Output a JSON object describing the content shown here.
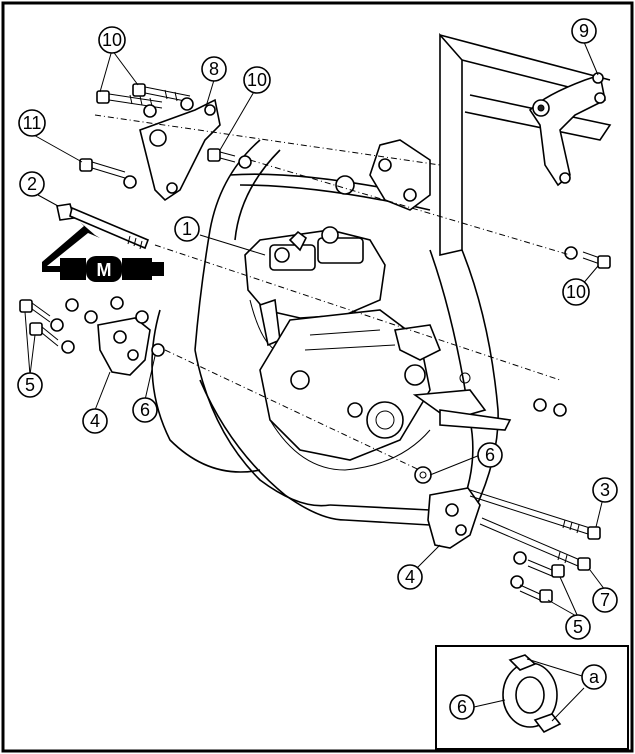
{
  "callouts": {
    "c1": "1",
    "c2": "2",
    "c3": "3",
    "c4a": "4",
    "c4b": "4",
    "c5a": "5",
    "c5b": "5",
    "c6a": "6",
    "c6b": "6",
    "c6c": "6",
    "c7": "7",
    "c8": "8",
    "c9": "9",
    "c10a": "10",
    "c10b": "10",
    "c10c": "10",
    "c11": "11",
    "ca": "a"
  },
  "lubricant_symbol": "M"
}
